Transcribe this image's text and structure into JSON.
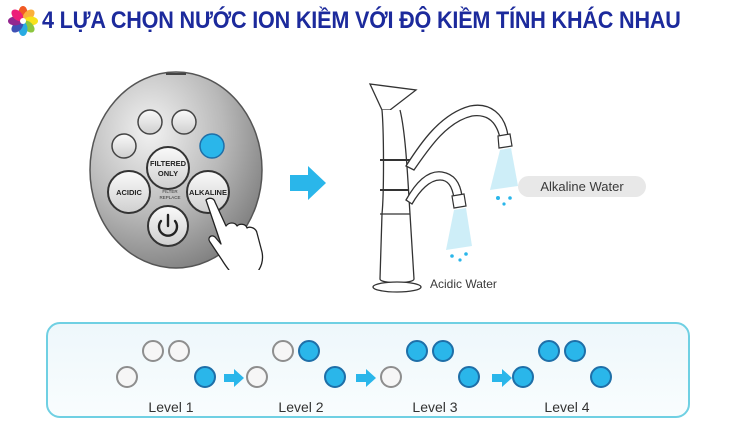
{
  "header": {
    "title": "4 LỰA CHỌN NƯỚC ION KIỀM VỚI ĐỘ KIỀM TÍNH KHÁC NHAU",
    "icon": "flower-icon"
  },
  "panel": {
    "filtered_label_1": "FILTERED",
    "filtered_label_2": "ONLY",
    "acidic_label": "ACIDIC",
    "alkaline_label": "ALKALINE",
    "filter_label_1": "FILTER",
    "filter_label_2": "REPLACE",
    "power_icon": "power-icon"
  },
  "faucet": {
    "alkaline_label": "Alkaline Water",
    "acidic_label": "Acidic Water"
  },
  "levels": [
    {
      "label": "Level 1",
      "lit": 1
    },
    {
      "label": "Level 2",
      "lit": 2
    },
    {
      "label": "Level 3",
      "lit": 3
    },
    {
      "label": "Level 4",
      "lit": 4
    }
  ],
  "colors": {
    "title": "#1c2a9c",
    "accent_blue": "#2ab6ea",
    "box_border": "#6fd0e3",
    "arrow": "#2ab6ea"
  }
}
